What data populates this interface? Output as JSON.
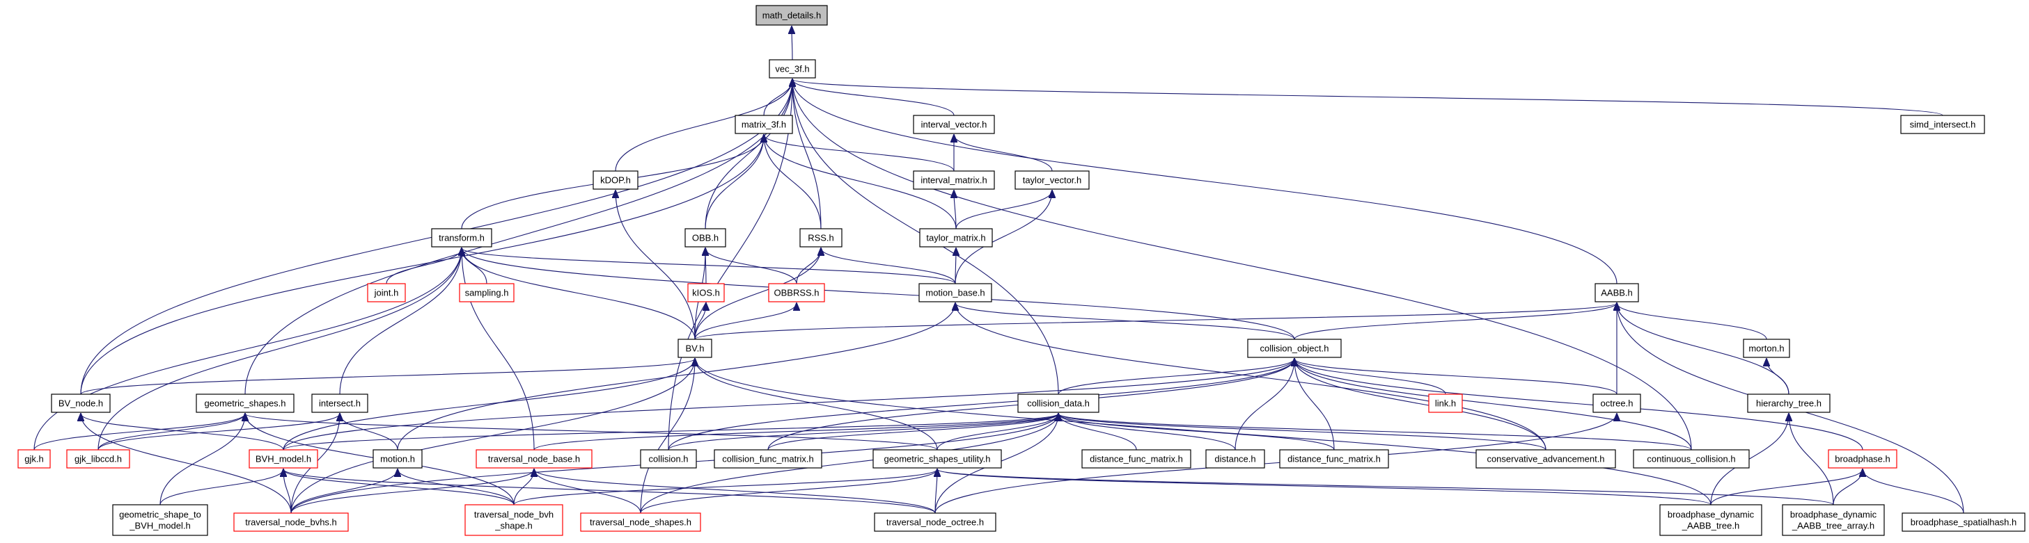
{
  "colors": {
    "edge": "#191970",
    "border_default": "#000000",
    "border_undocumented": "#ff0000",
    "fill_default": "#ffffff",
    "fill_root": "#bfbfbf"
  },
  "nodes": [
    {
      "id": "math_details",
      "label": "math_details.h",
      "style": "root"
    },
    {
      "id": "vec_3f",
      "label": "vec_3f.h",
      "style": "default"
    },
    {
      "id": "matrix_3f",
      "label": "matrix_3f.h",
      "style": "default"
    },
    {
      "id": "interval_vector",
      "label": "interval_vector.h",
      "style": "default"
    },
    {
      "id": "simd_intersect",
      "label": "simd_intersect.h",
      "style": "default"
    },
    {
      "id": "kDOP",
      "label": "kDOP.h",
      "style": "default"
    },
    {
      "id": "interval_matrix",
      "label": "interval_matrix.h",
      "style": "default"
    },
    {
      "id": "taylor_vector",
      "label": "taylor_vector.h",
      "style": "default"
    },
    {
      "id": "transform",
      "label": "transform.h",
      "style": "default"
    },
    {
      "id": "OBB",
      "label": "OBB.h",
      "style": "default"
    },
    {
      "id": "RSS",
      "label": "RSS.h",
      "style": "default"
    },
    {
      "id": "taylor_matrix",
      "label": "taylor_matrix.h",
      "style": "default"
    },
    {
      "id": "joint",
      "label": "joint.h",
      "style": "red"
    },
    {
      "id": "sampling",
      "label": "sampling.h",
      "style": "red"
    },
    {
      "id": "kIOS",
      "label": "kIOS.h",
      "style": "red"
    },
    {
      "id": "OBBRSS",
      "label": "OBBRSS.h",
      "style": "red"
    },
    {
      "id": "motion_base",
      "label": "motion_base.h",
      "style": "default"
    },
    {
      "id": "AABB",
      "label": "AABB.h",
      "style": "default"
    },
    {
      "id": "BV",
      "label": "BV.h",
      "style": "default"
    },
    {
      "id": "collision_object",
      "label": "collision_object.h",
      "style": "default"
    },
    {
      "id": "morton",
      "label": "morton.h",
      "style": "default"
    },
    {
      "id": "BV_node",
      "label": "BV_node.h",
      "style": "default"
    },
    {
      "id": "geometric_shapes",
      "label": "geometric_shapes.h",
      "style": "default"
    },
    {
      "id": "intersect",
      "label": "intersect.h",
      "style": "default"
    },
    {
      "id": "collision_data",
      "label": "collision_data.h",
      "style": "default"
    },
    {
      "id": "link",
      "label": "link.h",
      "style": "red"
    },
    {
      "id": "octree",
      "label": "octree.h",
      "style": "default"
    },
    {
      "id": "hierarchy_tree",
      "label": "hierarchy_tree.h",
      "style": "default"
    },
    {
      "id": "gjk",
      "label": "gjk.h",
      "style": "red"
    },
    {
      "id": "gjk_libccd",
      "label": "gjk_libccd.h",
      "style": "red"
    },
    {
      "id": "BVH_model",
      "label": "BVH_model.h",
      "style": "red"
    },
    {
      "id": "motion",
      "label": "motion.h",
      "style": "default"
    },
    {
      "id": "traversal_node_base",
      "label": "traversal_node_base.h",
      "style": "red"
    },
    {
      "id": "collision",
      "label": "collision.h",
      "style": "default"
    },
    {
      "id": "collision_func_matrix",
      "label": "collision_func_matrix.h",
      "style": "default"
    },
    {
      "id": "geometric_shapes_utility",
      "label": "geometric_shapes_utility.h",
      "style": "default"
    },
    {
      "id": "distance_func_matrix_a",
      "label": "distance_func_matrix.h",
      "style": "default"
    },
    {
      "id": "distance",
      "label": "distance.h",
      "style": "default"
    },
    {
      "id": "distance_func_matrix_b",
      "label": "distance_func_matrix.h",
      "style": "default"
    },
    {
      "id": "conservative_advancement",
      "label": "conservative_advancement.h",
      "style": "default"
    },
    {
      "id": "continuous_collision",
      "label": "continuous_collision.h",
      "style": "default"
    },
    {
      "id": "broadphase",
      "label": "broadphase.h",
      "style": "red"
    },
    {
      "id": "geometric_shape_to_BVH_model",
      "label": "geometric_shape_to\n_BVH_model.h",
      "style": "default"
    },
    {
      "id": "traversal_node_bvhs",
      "label": "traversal_node_bvhs.h",
      "style": "red"
    },
    {
      "id": "traversal_node_bvh_shape",
      "label": "traversal_node_bvh\n_shape.h",
      "style": "red"
    },
    {
      "id": "traversal_node_shapes",
      "label": "traversal_node_shapes.h",
      "style": "red"
    },
    {
      "id": "traversal_node_octree",
      "label": "traversal_node_octree.h",
      "style": "default"
    },
    {
      "id": "broadphase_dynamic_AABB_tree",
      "label": "broadphase_dynamic\n_AABB_tree.h",
      "style": "default"
    },
    {
      "id": "broadphase_dynamic_AABB_tree_array",
      "label": "broadphase_dynamic\n_AABB_tree_array.h",
      "style": "default"
    },
    {
      "id": "broadphase_spatialhash",
      "label": "broadphase_spatialhash.h",
      "style": "default"
    }
  ],
  "edges": [
    [
      "vec_3f",
      "math_details"
    ],
    [
      "matrix_3f",
      "vec_3f"
    ],
    [
      "interval_vector",
      "vec_3f"
    ],
    [
      "simd_intersect",
      "vec_3f"
    ],
    [
      "kDOP",
      "vec_3f"
    ],
    [
      "OBB",
      "vec_3f"
    ],
    [
      "RSS",
      "vec_3f"
    ],
    [
      "AABB",
      "vec_3f"
    ],
    [
      "BV_node",
      "vec_3f"
    ],
    [
      "geometric_shapes",
      "vec_3f"
    ],
    [
      "collision",
      "vec_3f"
    ],
    [
      "collision_data",
      "vec_3f"
    ],
    [
      "continuous_collision",
      "vec_3f"
    ],
    [
      "transform",
      "matrix_3f"
    ],
    [
      "OBB",
      "matrix_3f"
    ],
    [
      "RSS",
      "matrix_3f"
    ],
    [
      "interval_matrix",
      "matrix_3f"
    ],
    [
      "taylor_matrix",
      "matrix_3f"
    ],
    [
      "BV_node",
      "matrix_3f"
    ],
    [
      "interval_matrix",
      "interval_vector"
    ],
    [
      "taylor_vector",
      "interval_vector"
    ],
    [
      "taylor_matrix",
      "interval_matrix"
    ],
    [
      "taylor_matrix",
      "taylor_vector"
    ],
    [
      "motion_base",
      "taylor_vector"
    ],
    [
      "motion_base",
      "taylor_matrix"
    ],
    [
      "BV",
      "kDOP"
    ],
    [
      "joint",
      "transform"
    ],
    [
      "sampling",
      "transform"
    ],
    [
      "motion_base",
      "transform"
    ],
    [
      "BV",
      "transform"
    ],
    [
      "intersect",
      "transform"
    ],
    [
      "collision_object",
      "transform"
    ],
    [
      "traversal_node_base",
      "transform"
    ],
    [
      "gjk",
      "transform"
    ],
    [
      "gjk_libccd",
      "transform"
    ],
    [
      "kIOS",
      "OBB"
    ],
    [
      "OBBRSS",
      "OBB"
    ],
    [
      "BV",
      "OBB"
    ],
    [
      "OBBRSS",
      "RSS"
    ],
    [
      "BV",
      "RSS"
    ],
    [
      "motion_base",
      "RSS"
    ],
    [
      "BV",
      "kIOS"
    ],
    [
      "BV",
      "OBBRSS"
    ],
    [
      "collision_object",
      "motion_base"
    ],
    [
      "motion",
      "motion_base"
    ],
    [
      "conservative_advancement",
      "motion_base"
    ],
    [
      "BV",
      "AABB"
    ],
    [
      "collision_object",
      "AABB"
    ],
    [
      "morton",
      "AABB"
    ],
    [
      "octree",
      "AABB"
    ],
    [
      "hierarchy_tree",
      "AABB"
    ],
    [
      "broadphase_spatialhash",
      "AABB"
    ],
    [
      "BV_node",
      "BV"
    ],
    [
      "geometric_shapes_utility",
      "BV"
    ],
    [
      "BVH_model",
      "BV"
    ],
    [
      "traversal_node_shapes",
      "BV"
    ],
    [
      "traversal_node_bvhs",
      "BV"
    ],
    [
      "broadphase_dynamic_AABB_tree",
      "BV"
    ],
    [
      "collision_data",
      "collision_object"
    ],
    [
      "link",
      "collision_object"
    ],
    [
      "octree",
      "collision_object"
    ],
    [
      "collision",
      "collision_object"
    ],
    [
      "collision_func_matrix",
      "collision_object"
    ],
    [
      "distance",
      "collision_object"
    ],
    [
      "distance_func_matrix_b",
      "collision_object"
    ],
    [
      "conservative_advancement",
      "collision_object"
    ],
    [
      "continuous_collision",
      "collision_object"
    ],
    [
      "broadphase",
      "collision_object"
    ],
    [
      "BVH_model",
      "collision_object"
    ],
    [
      "hierarchy_tree",
      "morton"
    ],
    [
      "BVH_model",
      "BV_node"
    ],
    [
      "traversal_node_bvhs",
      "BV_node"
    ],
    [
      "gjk",
      "geometric_shapes"
    ],
    [
      "gjk_libccd",
      "geometric_shapes"
    ],
    [
      "geometric_shapes_utility",
      "geometric_shapes"
    ],
    [
      "geometric_shape_to_BVH_model",
      "geometric_shapes"
    ],
    [
      "traversal_node_bvh_shape",
      "geometric_shapes"
    ],
    [
      "motion",
      "intersect"
    ],
    [
      "traversal_node_bvhs",
      "intersect"
    ],
    [
      "gjk_libccd",
      "intersect"
    ],
    [
      "BVH_model",
      "collision_data"
    ],
    [
      "traversal_node_base",
      "collision_data"
    ],
    [
      "collision",
      "collision_data"
    ],
    [
      "collision_func_matrix",
      "collision_data"
    ],
    [
      "geometric_shapes_utility",
      "collision_data"
    ],
    [
      "distance_func_matrix_a",
      "collision_data"
    ],
    [
      "distance",
      "collision_data"
    ],
    [
      "distance_func_matrix_b",
      "collision_data"
    ],
    [
      "conservative_advancement",
      "collision_data"
    ],
    [
      "continuous_collision",
      "collision_data"
    ],
    [
      "traversal_node_shapes",
      "collision_data"
    ],
    [
      "traversal_node_octree",
      "collision_data"
    ],
    [
      "traversal_node_bvhs",
      "collision_data"
    ],
    [
      "traversal_node_octree",
      "octree"
    ],
    [
      "broadphase_dynamic_AABB_tree",
      "hierarchy_tree"
    ],
    [
      "broadphase_dynamic_AABB_tree_array",
      "hierarchy_tree"
    ],
    [
      "geometric_shape_to_BVH_model",
      "BVH_model"
    ],
    [
      "traversal_node_bvhs",
      "BVH_model"
    ],
    [
      "traversal_node_bvh_shape",
      "BVH_model"
    ],
    [
      "traversal_node_octree",
      "BVH_model"
    ],
    [
      "traversal_node_bvhs",
      "motion"
    ],
    [
      "traversal_node_bvh_shape",
      "motion"
    ],
    [
      "traversal_node_bvhs",
      "traversal_node_base"
    ],
    [
      "traversal_node_bvh_shape",
      "traversal_node_base"
    ],
    [
      "traversal_node_shapes",
      "traversal_node_base"
    ],
    [
      "traversal_node_octree",
      "traversal_node_base"
    ],
    [
      "traversal_node_shapes",
      "geometric_shapes_utility"
    ],
    [
      "traversal_node_octree",
      "geometric_shapes_utility"
    ],
    [
      "traversal_node_bvh_shape",
      "geometric_shapes_utility"
    ],
    [
      "broadphase_dynamic_AABB_tree",
      "geometric_shapes_utility"
    ],
    [
      "broadphase_dynamic_AABB_tree_array",
      "geometric_shapes_utility"
    ],
    [
      "broadphase_dynamic_AABB_tree",
      "broadphase"
    ],
    [
      "broadphase_dynamic_AABB_tree_array",
      "broadphase"
    ],
    [
      "broadphase_spatialhash",
      "broadphase"
    ]
  ]
}
